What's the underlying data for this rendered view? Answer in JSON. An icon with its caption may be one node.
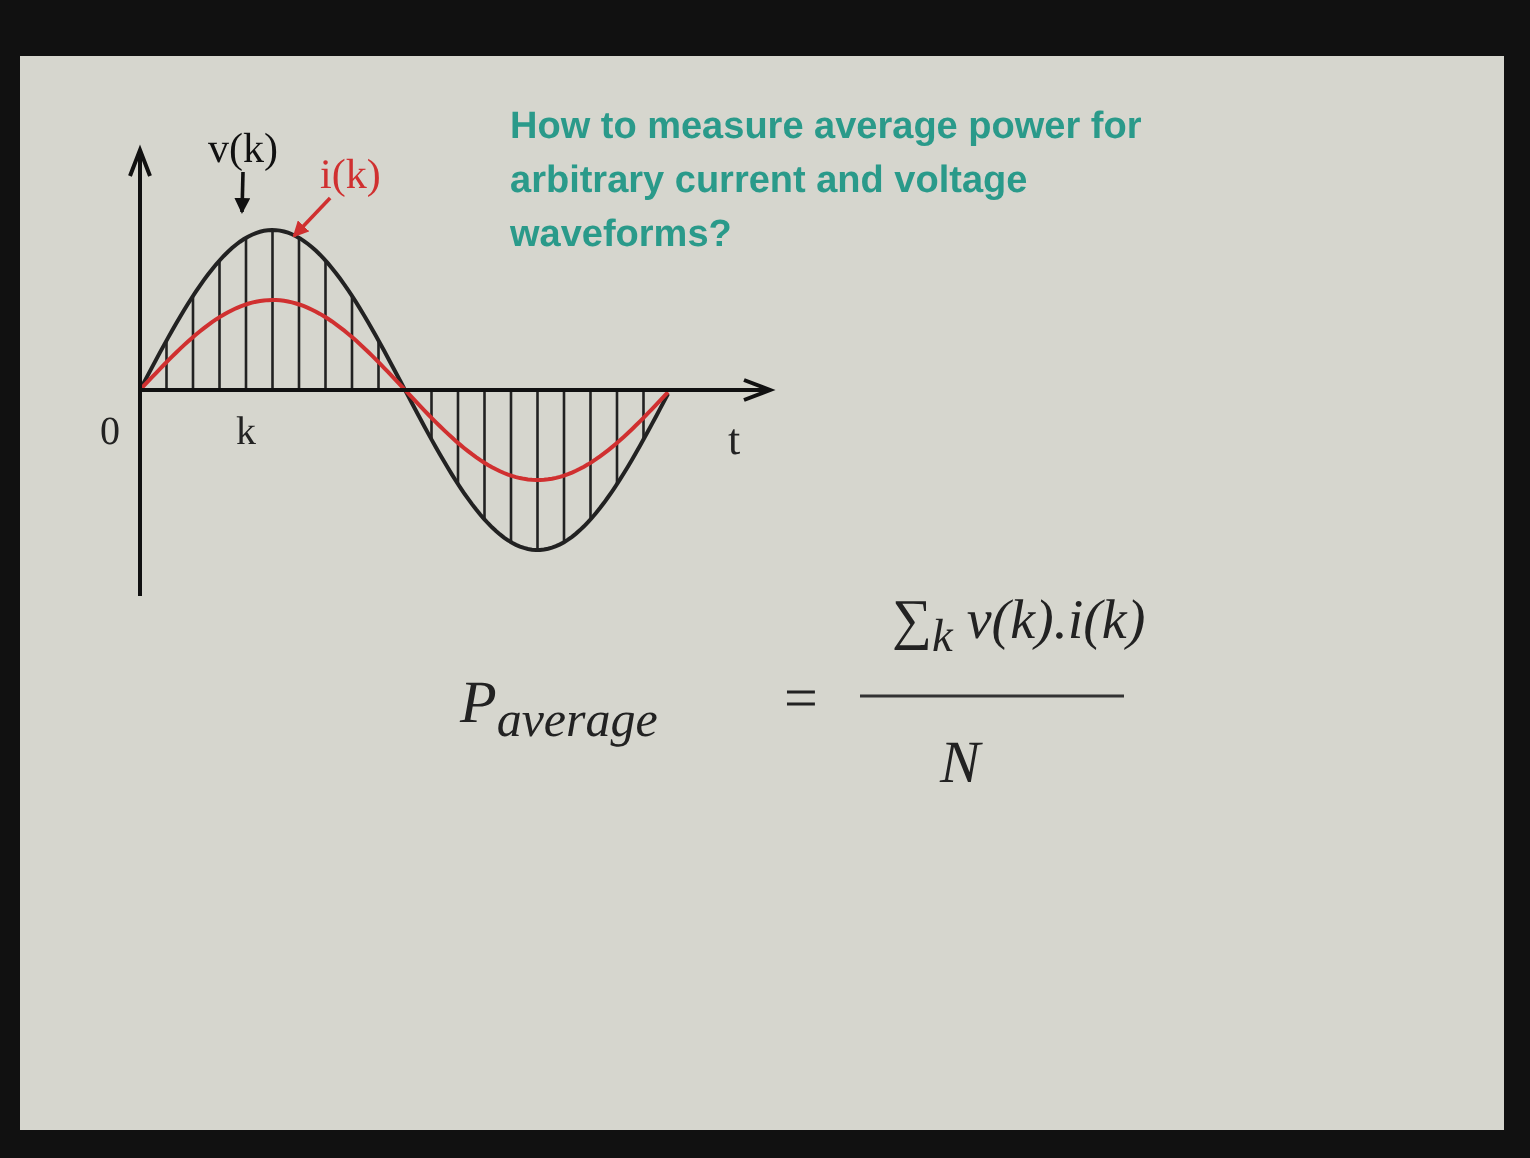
{
  "diagram": {
    "title": "How to measure average power for arbitrary current and voltage waveforms?",
    "nodes": [
      {
        "text": [
          "v(k)"
        ]
      },
      {
        "text": [
          "i(k)"
        ]
      }
    ],
    "edges": [
      {
        "from": 0,
        "to": null,
        "arrow": "to"
      },
      {
        "from": 1,
        "to": null,
        "arrow": "to",
        "color": "#d03030"
      }
    ],
    "labels": [
      "0",
      "k",
      "t",
      "P$_{average}$",
      "=",
      "∑$_{k}$ v(k).i(k)",
      "N"
    ]
  }
}
